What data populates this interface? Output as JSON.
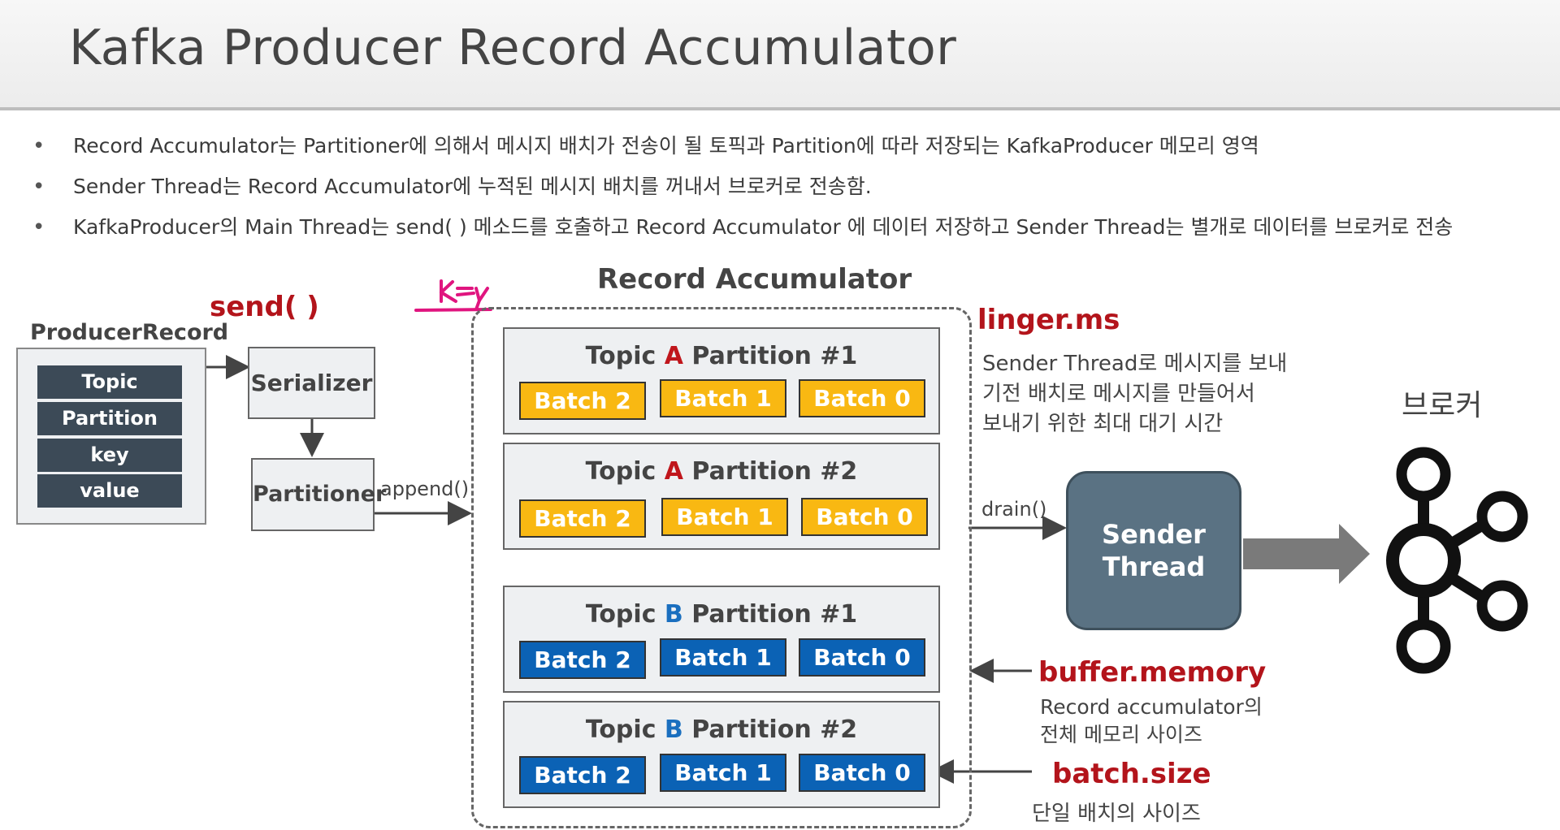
{
  "title": "Kafka Producer Record Accumulator",
  "bullets": [
    "Record Accumulator는 Partitioner에 의해서 메시지 배치가 전송이 될 토픽과 Partition에 따라 저장되는 KafkaProducer 메모리 영역",
    "Sender Thread는 Record Accumulator에 누적된 메시지 배치를 꺼내서 브로커로 전송함.",
    "KafkaProducer의 Main Thread는 send( ) 메소드를 호출하고 Record Accumulator 에 데이터 저장하고 Sender Thread는 별개로 데이터를 브로커로 전송"
  ],
  "diagram": {
    "send_label": "send( )",
    "producer_record": {
      "label": "ProducerRecord",
      "fields": [
        "Topic",
        "Partition",
        "key",
        "value"
      ]
    },
    "serializer": "Serializer",
    "partitioner": "Partitioner",
    "append_label": "append()",
    "accumulator_title": "Record Accumulator",
    "handwritten_note": "key",
    "partitions": [
      {
        "prefix": "Topic ",
        "topic": "A",
        "suffix": " Partition #1",
        "batches": [
          "Batch 2",
          "Batch 1",
          "Batch 0"
        ]
      },
      {
        "prefix": "Topic ",
        "topic": "A",
        "suffix": " Partition #2",
        "batches": [
          "Batch 2",
          "Batch 1",
          "Batch 0"
        ]
      },
      {
        "prefix": "Topic ",
        "topic": "B",
        "suffix": " Partition #1",
        "batches": [
          "Batch 2",
          "Batch 1",
          "Batch 0"
        ]
      },
      {
        "prefix": "Topic ",
        "topic": "B",
        "suffix": " Partition #2",
        "batches": [
          "Batch 2",
          "Batch 1",
          "Batch 0"
        ]
      }
    ],
    "linger": {
      "label": "linger.ms",
      "desc": [
        "Sender Thread로 메시지를 보내",
        "기전 배치로 메시지를 만들어서",
        "보내기 위한 최대 대기 시간"
      ]
    },
    "drain_label": "drain()",
    "sender_thread": [
      "Sender",
      "Thread"
    ],
    "broker_label": "브로커",
    "buffer_memory": {
      "label": "buffer.memory",
      "desc": [
        "Record accumulator의",
        "전체 메모리 사이즈"
      ]
    },
    "batch_size": {
      "label": "batch.size",
      "desc": [
        "단일 배치의 사이즈"
      ]
    },
    "colors": {
      "accent_red": "#b3141b",
      "topic_a": "#c0161c",
      "topic_b": "#1a6fbf",
      "batch_yellow": "#f9b812",
      "batch_blue": "#0b62b5",
      "sender_fill": "#5a7283",
      "annotation_pink": "#e0157f"
    }
  }
}
